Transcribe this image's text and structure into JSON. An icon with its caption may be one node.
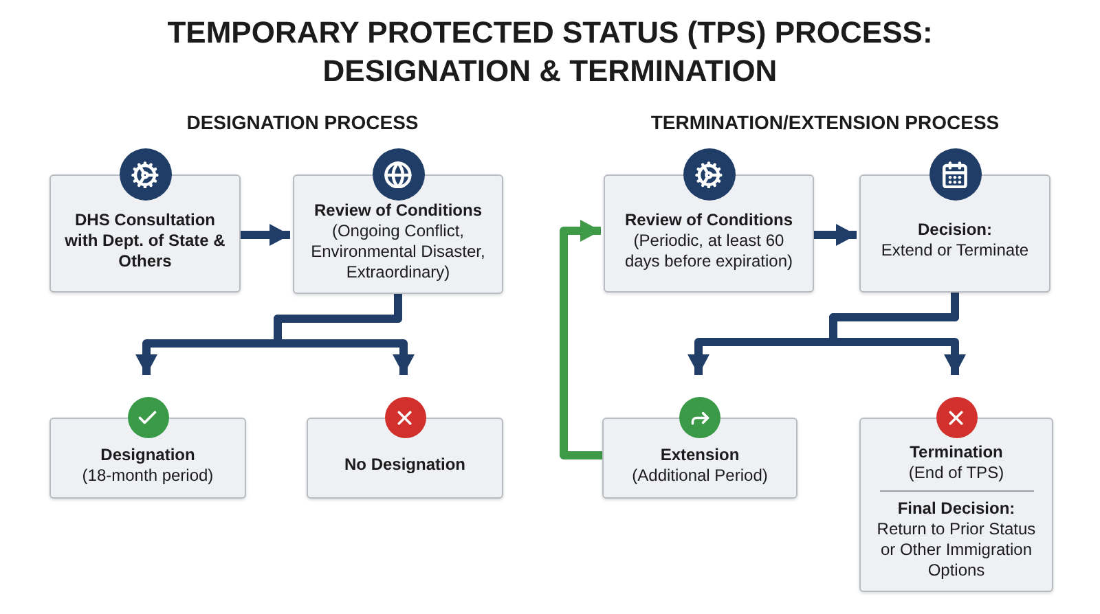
{
  "diagram": {
    "title": "TEMPORARY PROTECTED STATUS (TPS) PROCESS: DESIGNATION & TERMINATION",
    "nodes": [
      {
        "text": [
          "DHS Consultation with Dept. of State & Others"
        ]
      },
      {
        "text": [
          "Review of Conditions",
          "(Ongoing Conflict, Environmental Disaster, Extraordinary)"
        ]
      },
      {
        "text": [
          "Designation",
          "(18-month period)"
        ]
      },
      {
        "text": [
          "No Designation"
        ]
      },
      {
        "text": [
          "Review of Conditions",
          "(Periodic, at least 60 days before expiration)"
        ]
      },
      {
        "text": [
          "Decision:",
          "Extend or Terminate"
        ]
      },
      {
        "text": [
          "Extension",
          "(Additional Period)"
        ]
      },
      {
        "text": [
          "Termination",
          "(End of TPS)",
          "Final Decision:",
          "Return to Prior Status or Other Immigration Options"
        ]
      }
    ],
    "edges": [
      {
        "from": 0,
        "to": 1,
        "arrow": "to"
      },
      {
        "from": 1,
        "to": 2,
        "arrow": "to"
      },
      {
        "from": 1,
        "to": 3,
        "arrow": "to"
      },
      {
        "from": 4,
        "to": 5,
        "arrow": "to"
      },
      {
        "from": 5,
        "to": 6,
        "arrow": "to"
      },
      {
        "from": 5,
        "to": 7,
        "arrow": "to"
      },
      {
        "from": 6,
        "to": 4,
        "arrow": "to",
        "color": "#3f9a48"
      }
    ],
    "labels": [
      "DESIGNATION PROCESS",
      "TERMINATION/EXTENSION PROCESS"
    ]
  }
}
